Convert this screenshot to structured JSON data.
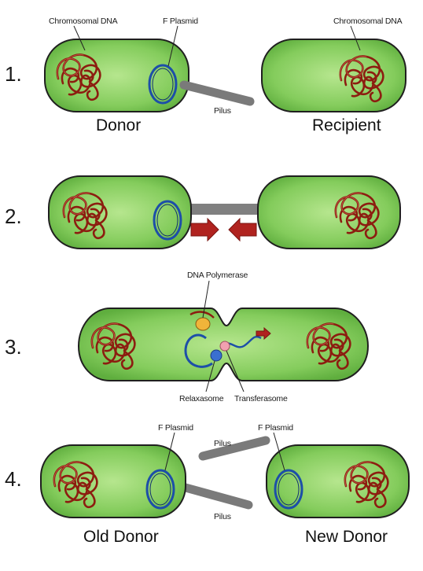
{
  "steps": [
    {
      "number": "1.",
      "labels": {
        "chromosomal_dna_left": "Chromosomal DNA",
        "f_plasmid": "F Plasmid",
        "chromosomal_dna_right": "Chromosomal DNA",
        "pilus": "Pilus",
        "donor": "Donor",
        "recipient": "Recipient"
      }
    },
    {
      "number": "2."
    },
    {
      "number": "3.",
      "labels": {
        "dna_polymerase": "DNA Polymerase",
        "relaxasome": "Relaxasome",
        "transferasome": "Transferasome"
      }
    },
    {
      "number": "4.",
      "labels": {
        "f_plasmid_left": "F Plasmid",
        "f_plasmid_right": "F Plasmid",
        "pilus_top": "Pilus",
        "pilus_bottom": "Pilus",
        "old_donor": "Old Donor",
        "new_donor": "New Donor"
      }
    }
  ],
  "colors": {
    "cell_green": "#7cc65a",
    "cell_light": "#a9df82",
    "dna_red": "#8c1d10",
    "plasmid_blue": "#1d4fa8",
    "pilus_gray": "#7a7a7a",
    "arrow_red": "#b0231f",
    "polymerase_yellow": "#f0b43a",
    "relaxasome_blue": "#3a6fd0",
    "transferasome_pink": "#f2a0b0"
  }
}
